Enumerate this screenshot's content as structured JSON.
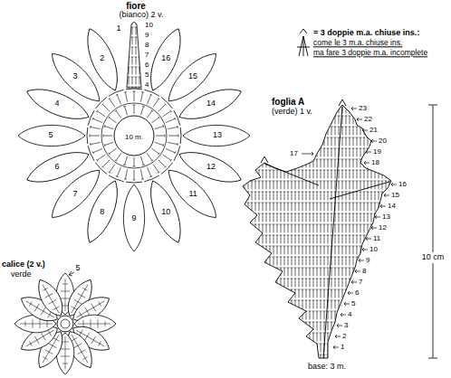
{
  "diagram": {
    "labels": [
      "fiore",
      "(bianco) 2 v.",
      "1",
      "2",
      "3",
      "4",
      "5",
      "6",
      "7",
      "8",
      "9",
      "10",
      "11",
      "12",
      "13",
      "14",
      "15",
      "16",
      "10",
      "9",
      "8",
      "7",
      "6",
      "5",
      "4",
      "10 m.",
      "come le 3 m.a. chiuse ins.",
      "ma fare 3 doppie m.a. incomplete",
      "foglia A",
      "(verde) 1 v.",
      "1",
      "2",
      "3",
      "4",
      "5",
      "6",
      "7",
      "8",
      "9",
      "10",
      "11",
      "12",
      "13",
      "14",
      "15",
      "16",
      "17",
      "18",
      "19",
      "20",
      "21",
      "22",
      "23",
      "10 cm",
      "base: 3 m.",
      "calice (2 v.)",
      "verde",
      "5"
    ],
    "legend": [
      {
        "text": "= 3 doppie m.a. chiuse ins.:"
      }
    ]
  }
}
